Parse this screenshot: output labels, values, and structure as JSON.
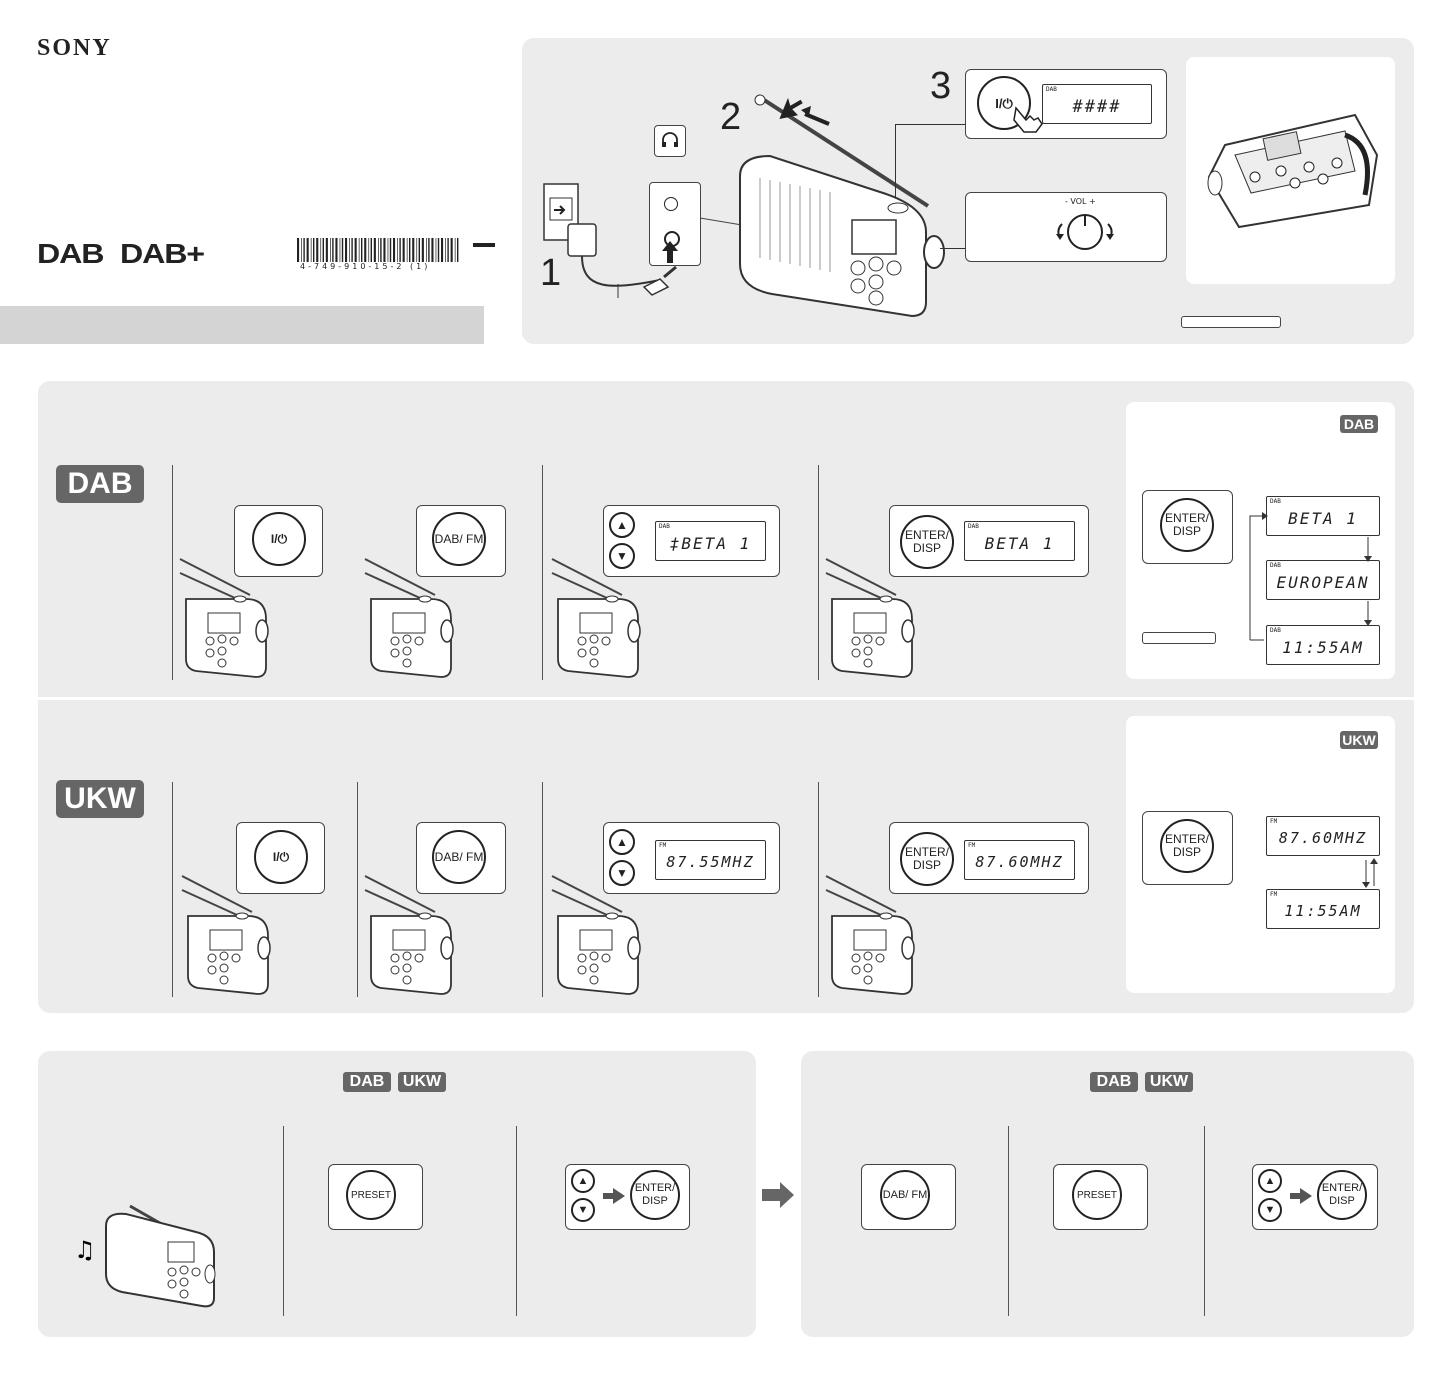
{
  "brand": "SONY",
  "logos": {
    "dab": "DAB",
    "dab_plus": "DAB+"
  },
  "barcode_caption": "4-749-910-15-2 (1)",
  "setup": {
    "steps": [
      "1",
      "2",
      "3"
    ],
    "vol_label": "- VOL +",
    "power_label": "I/⏻",
    "lcd_flashing": "####"
  },
  "dab_section": {
    "badge": "DAB",
    "steps": [
      {
        "button": "I/⏻"
      },
      {
        "button": "DAB/ FM"
      },
      {
        "button": "▲▼",
        "lcd_indicator": "DAB",
        "lcd": "‡BETA 1"
      },
      {
        "button": "ENTER/ DISP",
        "lcd_indicator": "DAB",
        "lcd": "BETA 1"
      }
    ],
    "display_box": {
      "tag": "DAB",
      "button": "ENTER/ DISP",
      "screens": [
        {
          "indicator": "DAB",
          "text": "BETA 1"
        },
        {
          "indicator": "DAB",
          "text": "EUROPEAN"
        },
        {
          "indicator": "DAB",
          "text": "11:55AM"
        }
      ]
    }
  },
  "ukw_section": {
    "badge": "UKW",
    "steps": [
      {
        "button": "I/⏻"
      },
      {
        "button": "DAB/ FM"
      },
      {
        "button": "▲▼",
        "lcd_indicator": "FM",
        "lcd": "87.55MHZ"
      },
      {
        "button": "ENTER/ DISP",
        "lcd_indicator": "FM",
        "lcd": "87.60MHZ"
      }
    ],
    "display_box": {
      "tag": "UKW",
      "button": "ENTER/ DISP",
      "screens": [
        {
          "indicator": "FM",
          "text": "87.60MHZ"
        },
        {
          "indicator": "FM",
          "text": "11:55AM"
        }
      ]
    }
  },
  "preset_store": {
    "tags": [
      "DAB",
      "UKW"
    ],
    "button_preset": "PRESET",
    "button_enter": "ENTER/ DISP"
  },
  "preset_recall": {
    "tags": [
      "DAB",
      "UKW"
    ],
    "button_dabfm": "DAB/ FM",
    "button_preset": "PRESET",
    "button_enter": "ENTER/ DISP"
  },
  "colors": {
    "panel": "#ececec",
    "badge": "#666666"
  }
}
